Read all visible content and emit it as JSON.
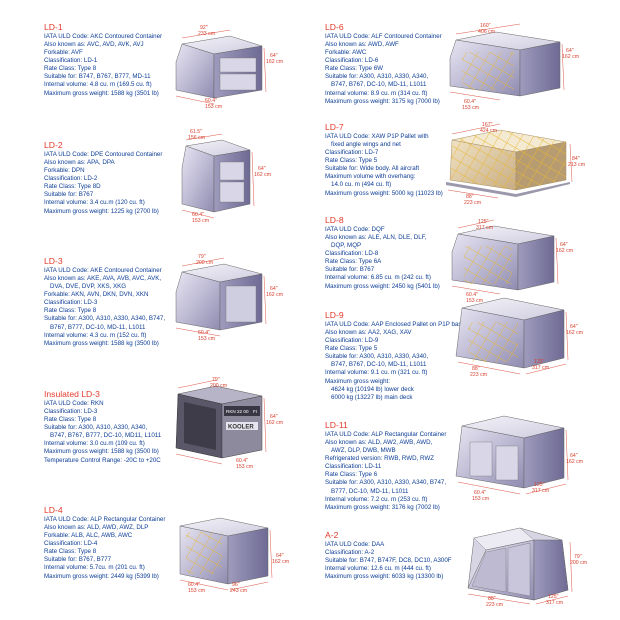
{
  "entries": [
    {
      "id": "ld1",
      "title": "LD-1",
      "lines": [
        {
          "t": "IATA ULD Code: AKC Contoured Container"
        },
        {
          "t": "Also known as: AVC, AVD, AVK, AVJ"
        },
        {
          "t": "Forkable: AVF"
        },
        {
          "t": "Classification: LD-1"
        },
        {
          "t": "Rate Class: Type 8"
        },
        {
          "t": "Suitable for: B747, B767, B777, MD-11"
        },
        {
          "t": "Internal volume: 4.8 cu. m (169.5 cu. ft)"
        },
        {
          "t": "Maximum gross weight: 1588 kg (3501 lb)"
        }
      ],
      "dims": [
        "92\"",
        "233 cm",
        "64\"",
        "162 cm",
        "60.4\"",
        "153 cm"
      ]
    },
    {
      "id": "ld2",
      "title": "LD-2",
      "lines": [
        {
          "t": "IATA ULD Code: DPE Contoured Container"
        },
        {
          "t": "Also known as: APA, DPA"
        },
        {
          "t": "Forkable: DPN"
        },
        {
          "t": "Classification: LD-2"
        },
        {
          "t": "Rate Class: Type 8D"
        },
        {
          "t": "Suitable for: B767"
        },
        {
          "t": "Internal volume: 3.4  cu.m (120 cu. ft)"
        },
        {
          "t": "Maximum gross weight: 1225 kg (2700 lb)"
        }
      ],
      "dims": [
        "61.5\"",
        "156 cm",
        "64\"",
        "162 cm",
        "60.4\"",
        "153 cm"
      ]
    },
    {
      "id": "ld3",
      "title": "LD-3",
      "lines": [
        {
          "t": "IATA ULD Code: AKE Contoured Container"
        },
        {
          "t": "Also known as: AKE, AVA, AVB, AVC, AVK,"
        },
        {
          "t": "DVA, DVE, DVP, XKS, XKG",
          "in": true
        },
        {
          "t": "Forkable: AKN, AVN, DKN, DVN, XKN"
        },
        {
          "t": "Classification: LD-3"
        },
        {
          "t": "Rate Class: Type 8"
        },
        {
          "t": "Suitable for: A300, A310, A330, A340, B747,"
        },
        {
          "t": "B767, B777, DC-10, MD-11, L1011",
          "in": true
        },
        {
          "t": "Internal volume: 4.3 cu. m (152 cu. ft)"
        },
        {
          "t": "Maximum gross weight: 1588 kg (3500 lb)"
        }
      ],
      "dims": [
        "79\"",
        "200 cm",
        "64\"",
        "162 cm",
        "60.4\"",
        "153 cm"
      ]
    },
    {
      "id": "ild3",
      "title": "Insulated LD-3",
      "lines": [
        {
          "t": "IATA ULD Code:  RKN"
        },
        {
          "t": "Classification:  LD-3"
        },
        {
          "t": "Rate Class:  Type 8"
        },
        {
          "t": "Suitable for:  A300, A310, A330, A340,"
        },
        {
          "t": "B747, B767, B777, DC-10, MD11, L1011",
          "in": true
        },
        {
          "t": "Internal volume: 3.0 cu.m (109 cu. ft)"
        },
        {
          "t": "Maximum gross weight: 1588 kg (3500 lb)"
        },
        {
          "t": "Temperature Control Range:  -20C to +20C"
        }
      ],
      "dims": [
        "79\"",
        "200 cm",
        "64\"",
        "162 cm",
        "60.4\"",
        "153 cm"
      ],
      "marks": [
        "RKN",
        "22 00",
        "FI",
        "KOOLER"
      ]
    },
    {
      "id": "ld4",
      "title": "LD-4",
      "lines": [
        {
          "t": "IATA ULD Code: ALP Rectangular Container"
        },
        {
          "t": "Also known as: ALD, AWD, AWZ, DLP"
        },
        {
          "t": "Forkable: ALB, ALC, AWB, AWC"
        },
        {
          "t": "Classification: LD-4"
        },
        {
          "t": "Rate Class: Type 8"
        },
        {
          "t": "Suitable for: B767, B777"
        },
        {
          "t": "Internal volume: 5.7cu. m (201 cu. ft)"
        },
        {
          "t": "Maximum gross weight: 2449 kg (5399 lb)"
        }
      ],
      "dims": [
        "64\"",
        "162 cm",
        "60.4\"",
        "153 cm",
        "96\"",
        "243 cm"
      ]
    },
    {
      "id": "ld6",
      "title": "LD-6",
      "lines": [
        {
          "t": "IATA ULD Code: ALF Contoured Container"
        },
        {
          "t": "Also known as: AWD, AWF"
        },
        {
          "t": "Forkable: AWC"
        },
        {
          "t": "Classification: LD-6"
        },
        {
          "t": "Rate Class: Type 6W"
        },
        {
          "t": "Suitable for: A300, A310, A330, A340,"
        },
        {
          "t": "B747, B767, DC-10, MD-11, L1011",
          "in": true
        },
        {
          "t": "Internal volume: 8.9 cu. m (314 cu. ft)"
        },
        {
          "t": "Maximum gross weight: 3175 kg (7000 lb)"
        }
      ],
      "dims": [
        "160\"",
        "406 cm",
        "64\"",
        "162 cm",
        "60.4\"",
        "153 cm"
      ]
    },
    {
      "id": "ld7",
      "title": "LD-7",
      "lines": [
        {
          "t": "IATA ULD Code: XAW P1P Pallet with"
        },
        {
          "t": "fixed angle wings and net",
          "in": true
        },
        {
          "t": "Classification: LD-7"
        },
        {
          "t": "Rate Class: Type 5"
        },
        {
          "t": "Suitable for: Wide body. All aircraft"
        },
        {
          "t": "Maximum volume with overhang:"
        },
        {
          "t": "14.0 cu. m (494 cu. ft)",
          "in": true
        },
        {
          "t": "Maximum gross weight: 5000 kg (11023 lb)"
        }
      ],
      "dims": [
        "167\"",
        "424 cm",
        "84\"",
        "213 cm",
        "88\"",
        "223 cm"
      ]
    },
    {
      "id": "ld8",
      "title": "LD-8",
      "lines": [
        {
          "t": "IATA ULD Code: DQF"
        },
        {
          "t": "Also known as: ALE, ALN, DLE, DLF,"
        },
        {
          "t": "DQP, MQP",
          "in": true
        },
        {
          "t": "Classification: LD-8"
        },
        {
          "t": "Rate Class: Type 6A"
        },
        {
          "t": "Suitable for: B767"
        },
        {
          "t": "Internal volume: 6.85 cu. m (242 cu. ft)"
        },
        {
          "t": "Maximum gross weight: 2450 kg (5401 lb)"
        }
      ],
      "dims": [
        "125\"",
        "317 cm",
        "64\"",
        "162 cm",
        "60.4\"",
        "153 cm"
      ]
    },
    {
      "id": "ld9",
      "title": "LD-9",
      "lines": [
        {
          "t": "IATA ULD Code: AAP Enclosed Pallet on P1P base"
        },
        {
          "t": "Also known as: AA2, XAG, XAV"
        },
        {
          "t": "Classification: LD-9"
        },
        {
          "t": "Rate Class: Type 5"
        },
        {
          "t": "Suitable for: A300, A310, A330, A340,"
        },
        {
          "t": "B747, B767, DC-10, MD-11, L1011",
          "in": true
        },
        {
          "t": "Internal volume: 9.1 cu. m (321 cu. ft)"
        },
        {
          "t": "Maximum gross weight:"
        },
        {
          "t": "4624 kg (10194 lb) lower deck",
          "in": true
        },
        {
          "t": "6000 kg (13227 lb) main deck",
          "in": true
        }
      ],
      "dims": [
        "64\"",
        "162 cm",
        "88\"",
        "223 cm",
        "125\"",
        "317 cm"
      ]
    },
    {
      "id": "ld11",
      "title": "LD-11",
      "lines": [
        {
          "t": "IATA ULD Code: ALP Rectangular Container"
        },
        {
          "t": "Also known as: ALD, AW2, AWB, AWD,"
        },
        {
          "t": "AWZ, DLP, DWB, MWB",
          "in": true
        },
        {
          "t": "Refrigerated version: RWB, RWD, RWZ"
        },
        {
          "t": "Classification: LD-11"
        },
        {
          "t": "Rate Class: Type 6"
        },
        {
          "t": "Suitable for: A300, A310, A330, A340, B747,"
        },
        {
          "t": "B777, DC-10, MD-11, L1011",
          "in": true
        },
        {
          "t": "Internal volume: 7.2 cu. m (253 cu. ft)"
        },
        {
          "t": "Maximum gross weight: 3176 kg (7002 lb)"
        }
      ],
      "dims": [
        "64\"",
        "162 cm",
        "60.4\"",
        "153 cm",
        "125\"",
        "317 cm"
      ]
    },
    {
      "id": "a2",
      "title": "A-2",
      "lines": [
        {
          "t": "IATA ULD Code:  DAA"
        },
        {
          "t": "Classification:  A-2"
        },
        {
          "t": "Suitable for:  B747, B747F, DC8, DC10, A300F"
        },
        {
          "t": "Internal volume:  12.6 cu. m (444 cu. ft)"
        },
        {
          "t": "Maximum gross weight:  6033 kg (13300 lb)"
        }
      ],
      "dims": [
        "79\"",
        "200 cm",
        "88\"",
        "223 cm",
        "125\"",
        "317 cm"
      ]
    }
  ],
  "colors": {
    "title": "#e4392a",
    "text": "#0c3d96",
    "dimension": "#d8402e",
    "body": "#c6c3db",
    "net": "#e9b730"
  }
}
